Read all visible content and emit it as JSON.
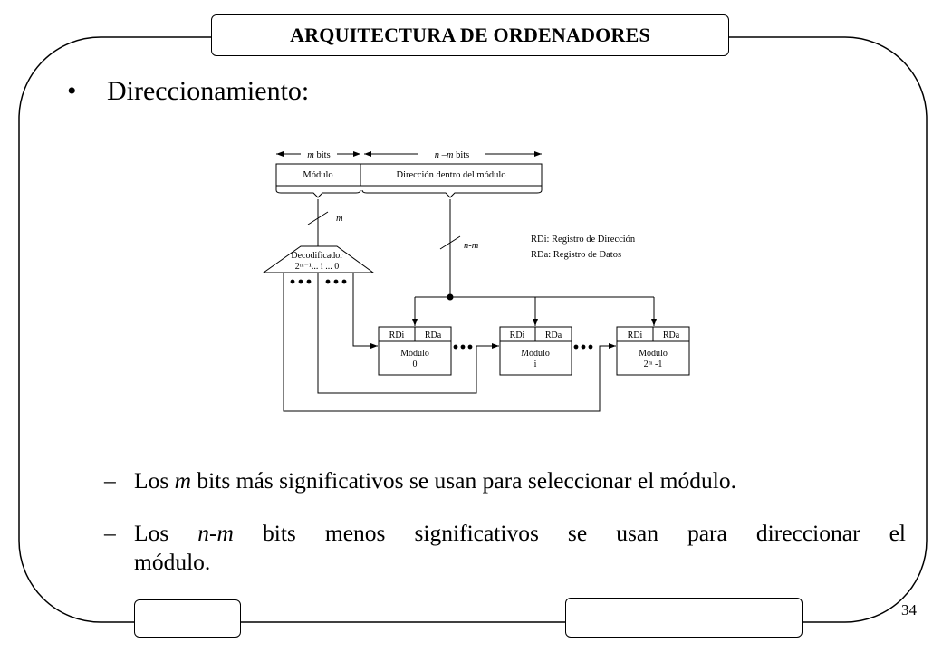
{
  "header": {
    "title": "ARQUITECTURA DE ORDENADORES"
  },
  "page_number": "34",
  "bullet": {
    "text": "Direccionamiento:"
  },
  "diagram": {
    "m_bits": "m",
    "m_bits_suffix": " bits",
    "nm_bits": "n –m",
    "nm_bits_suffix": "  bits",
    "field_module": "Módulo",
    "field_address": "Dirección  dentro del módulo",
    "bus_m": "m",
    "bus_nm": "n-m",
    "legend_rdi": "RDi: Registro  de Dirección",
    "legend_rda": "RDa: Registro  de Datos",
    "decoder_line1": "Decodificador",
    "decoder_line2": "2ᵐ⁻¹... i ... 0",
    "modules": [
      {
        "rdi": "RDi",
        "rda": "RDa",
        "name": "Módulo",
        "index": "0"
      },
      {
        "rdi": "RDi",
        "rda": "RDa",
        "name": "Módulo",
        "index": "i"
      },
      {
        "rdi": "RDi",
        "rda": "RDa",
        "name": "Módulo",
        "index": "2ᵐ -1"
      }
    ]
  },
  "subpoints": [
    {
      "dash": "–",
      "pre": "Los ",
      "em": "m",
      "post": " bits más significativos se usan para seleccionar el módulo."
    },
    {
      "dash": "–",
      "pre": "Los ",
      "em": "n-m",
      "post_l1": " bits menos significativos se usan para direccionar el",
      "post_l2": "módulo."
    }
  ]
}
